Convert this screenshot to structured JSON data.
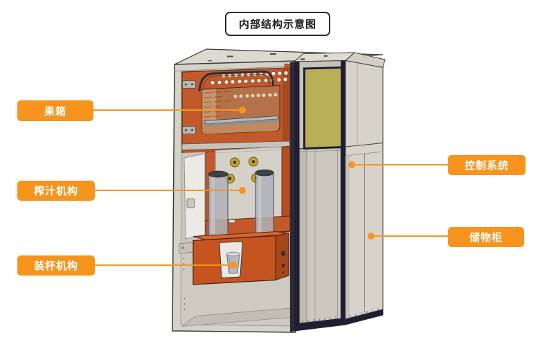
{
  "title": "内部结构示意图",
  "callouts": {
    "fruit_box": {
      "label": "果箱",
      "side": "left"
    },
    "juicing_mechanism": {
      "label": "榨汁机构",
      "side": "left"
    },
    "cup_loading_mechanism": {
      "label": "装杯机构",
      "side": "left"
    },
    "control_system": {
      "label": "控制系统",
      "side": "right"
    },
    "storage_cabinet": {
      "label": "储物柜",
      "side": "right"
    }
  },
  "colors": {
    "callout_accent": "#F7941E",
    "machine_orange": "#C2592B",
    "cup_box_orange": "#C65420",
    "cabinet_gray": "#D5D2C9",
    "panel_yellow": "#B9AF57",
    "frame_navy": "#211D33",
    "knob_gold": "#C9A22C"
  }
}
